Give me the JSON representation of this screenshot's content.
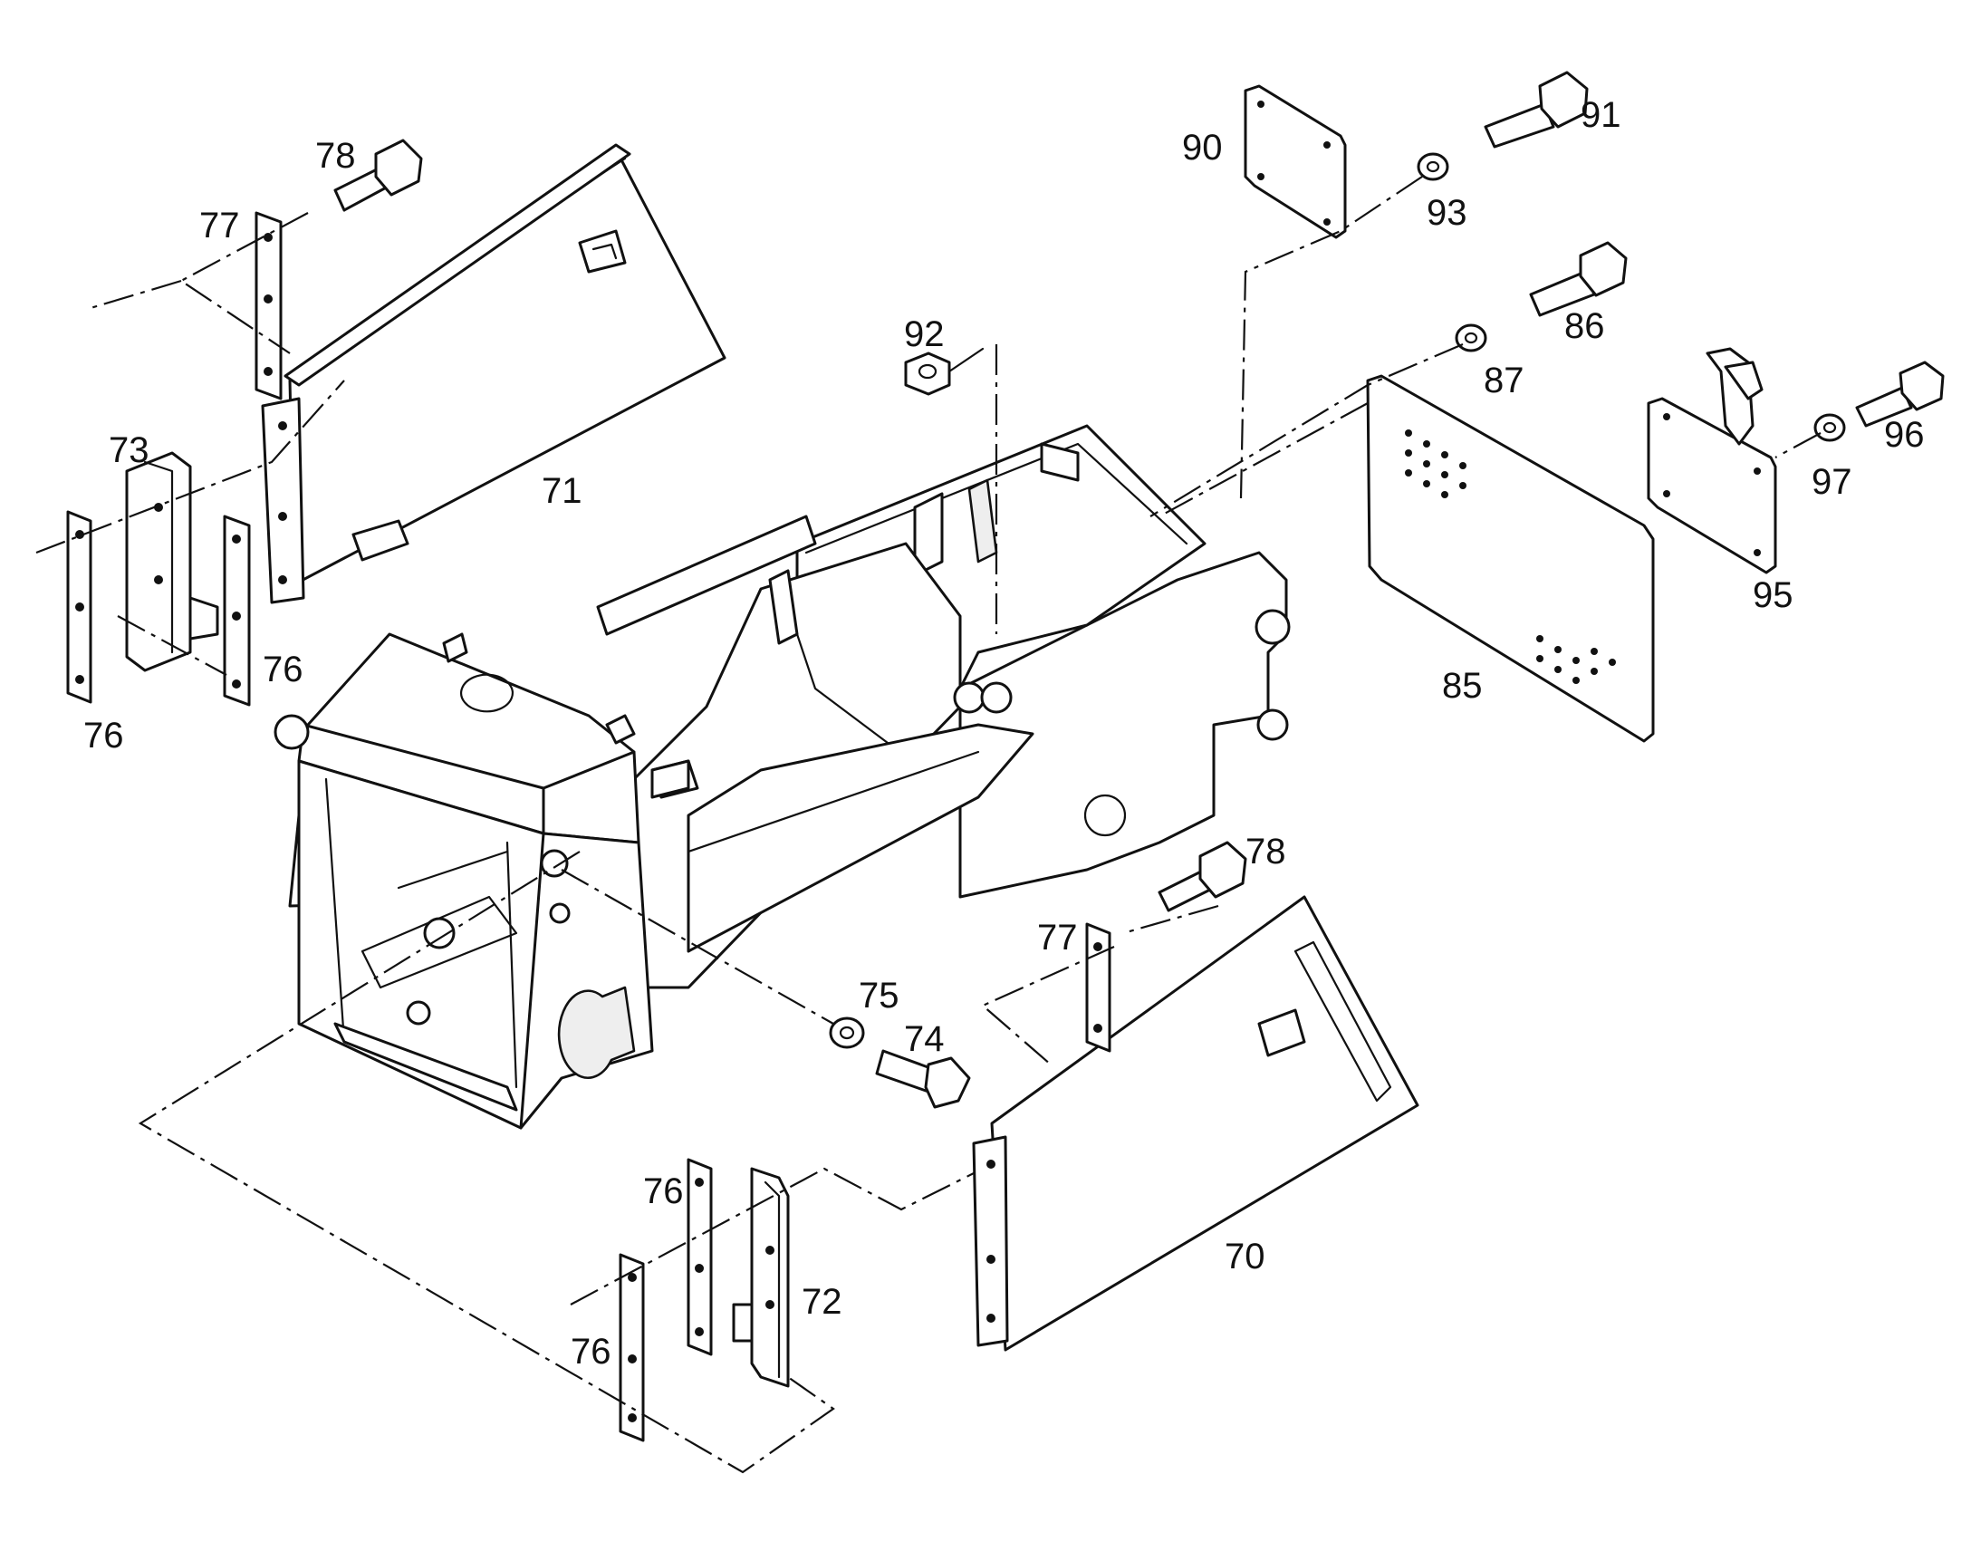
{
  "callouts": {
    "c70": "70",
    "c71": "71",
    "c72": "72",
    "c73": "73",
    "c74": "74",
    "c75": "75",
    "c76a": "76",
    "c76b": "76",
    "c76c": "76",
    "c76d": "76",
    "c77a": "77",
    "c77b": "77",
    "c78a": "78",
    "c78b": "78",
    "c85": "85",
    "c86": "86",
    "c87": "87",
    "c90": "90",
    "c91": "91",
    "c92": "92",
    "c93": "93",
    "c95": "95",
    "c96": "96",
    "c97": "97"
  },
  "colors": {
    "line": "#111111",
    "paper": "#ffffff"
  }
}
